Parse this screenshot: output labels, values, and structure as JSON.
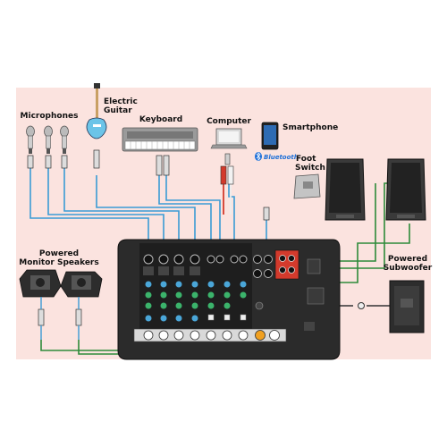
{
  "labels": {
    "microphones": "Microphones",
    "electric_guitar_line1": "Electric",
    "electric_guitar_line2": "Guitar",
    "keyboard": "Keyboard",
    "computer": "Computer",
    "smartphone": "Smartphone",
    "bluetooth": "Bluetooth",
    "foot_switch_line1": "Foot",
    "foot_switch_line2": "Switch",
    "powered_monitor_line1": "Powered",
    "powered_monitor_line2": "Monitor Speakers",
    "powered_sub_line1": "Powered",
    "powered_sub_line2": "Subwoofer"
  },
  "colors": {
    "panel_bg": "#fbe3df",
    "mixer_body": "#2b2b2b",
    "cable_blue": "#3a9bd5",
    "cable_green": "#2e8b3a",
    "cable_red": "#d33a2c",
    "cable_white": "#eeeeee",
    "knob_blue": "#4aa6d8",
    "knob_green": "#3bb36b",
    "knob_orange": "#f0a020",
    "bluetooth_blue": "#1d6fd8"
  }
}
